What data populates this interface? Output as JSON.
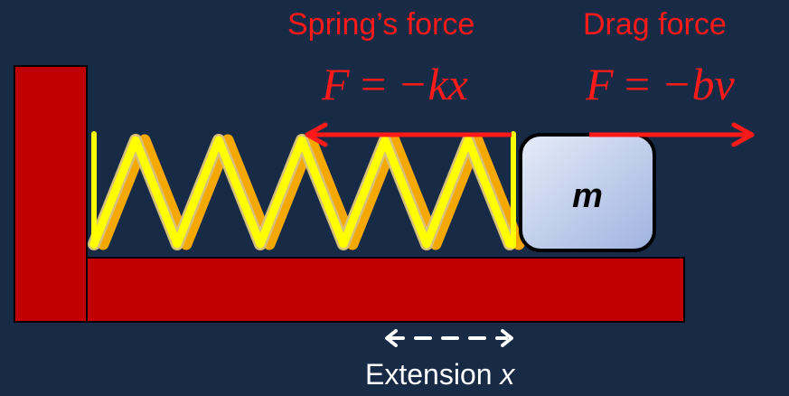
{
  "spring_force": {
    "title": "Spring’s force",
    "eq_lhs": "F",
    "eq_op": "=",
    "eq_rhs": "−kx"
  },
  "drag_force": {
    "title": "Drag force",
    "eq_lhs": "F",
    "eq_op": "=",
    "eq_rhs": "−bv"
  },
  "mass": {
    "label": "m"
  },
  "extension": {
    "text": "Extension",
    "var": "x"
  },
  "colors": {
    "background": "#172a46",
    "wall": "#c00000",
    "force": "#ff1a1a",
    "spring_light": "#ffff00",
    "spring_dark": "#f5a800",
    "mass_fill": "#c9d6f0"
  }
}
